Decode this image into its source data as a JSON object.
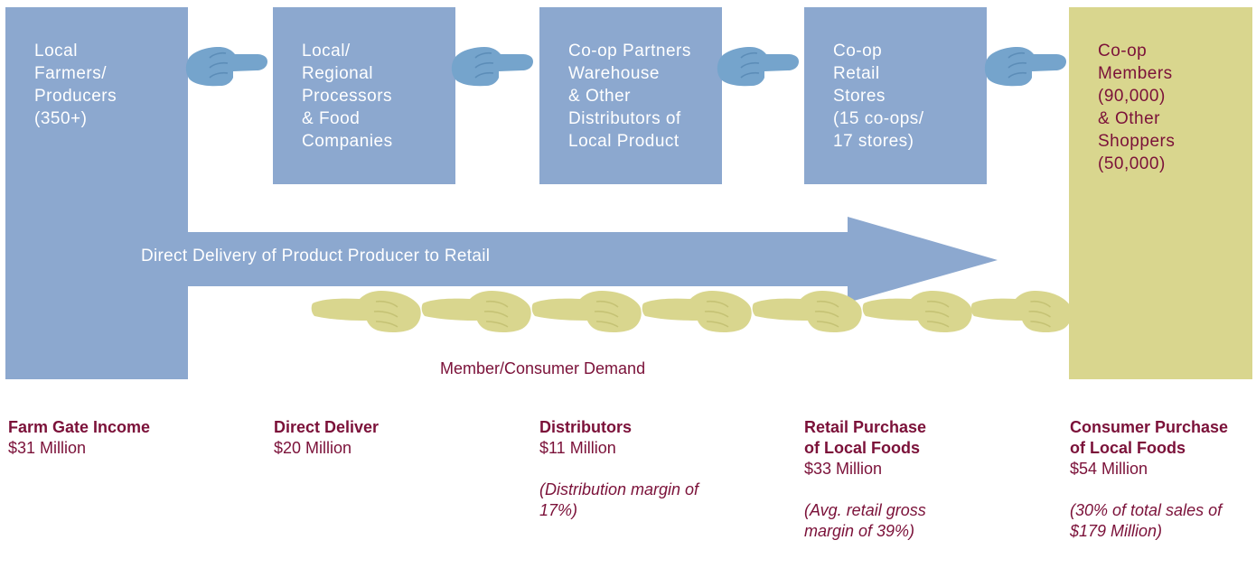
{
  "boxes": {
    "farmers": [
      "Local",
      "Farmers/",
      "Producers",
      "(350+)"
    ],
    "processors": [
      "Local/",
      "Regional",
      "Processors",
      "& Food",
      "Companies"
    ],
    "distributors": [
      "Co-op Partners",
      "Warehouse",
      "& Other",
      "Distributors of",
      "Local Product"
    ],
    "retail": [
      "Co-op",
      "Retail",
      "Stores",
      "(15 co-ops/",
      "17 stores)"
    ],
    "consumers": [
      "Co-op",
      "Members",
      "(90,000)",
      "& Other",
      "Shoppers",
      "(50,000)"
    ]
  },
  "direct_label": "Direct Delivery of Product Producer to Retail",
  "demand_label": "Member/Consumer Demand",
  "columns": {
    "farm": {
      "title1": "Farm Gate Income",
      "title2": "",
      "value": "$31 Million",
      "note1": "",
      "note2": ""
    },
    "direct": {
      "title1": "Direct Deliver",
      "title2": "",
      "value": "$20 Million",
      "note1": "",
      "note2": ""
    },
    "distributors": {
      "title1": "Distributors",
      "title2": "",
      "value": "$11 Million",
      "note1": "(Distribution margin of",
      "note2": "17%)"
    },
    "retail": {
      "title1": "Retail Purchase",
      "title2": "of Local Foods",
      "value": "$33 Million",
      "note1": "(Avg. retail gross",
      "note2": "margin of 39%)"
    },
    "consumer": {
      "title1": "Consumer Purchase",
      "title2": "of Local Foods",
      "value": "$54 Million",
      "note1": "(30% of total sales of",
      "note2": "$179 Million)"
    }
  },
  "colors": {
    "blue": "#8ca8cf",
    "hand_blue": "#75a4cc",
    "khaki": "#d9d68e",
    "maroon": "#7b1139"
  },
  "icons": {
    "supply_hands": "pointing-hand-icon",
    "demand_hands": "pointing-hand-icon"
  }
}
